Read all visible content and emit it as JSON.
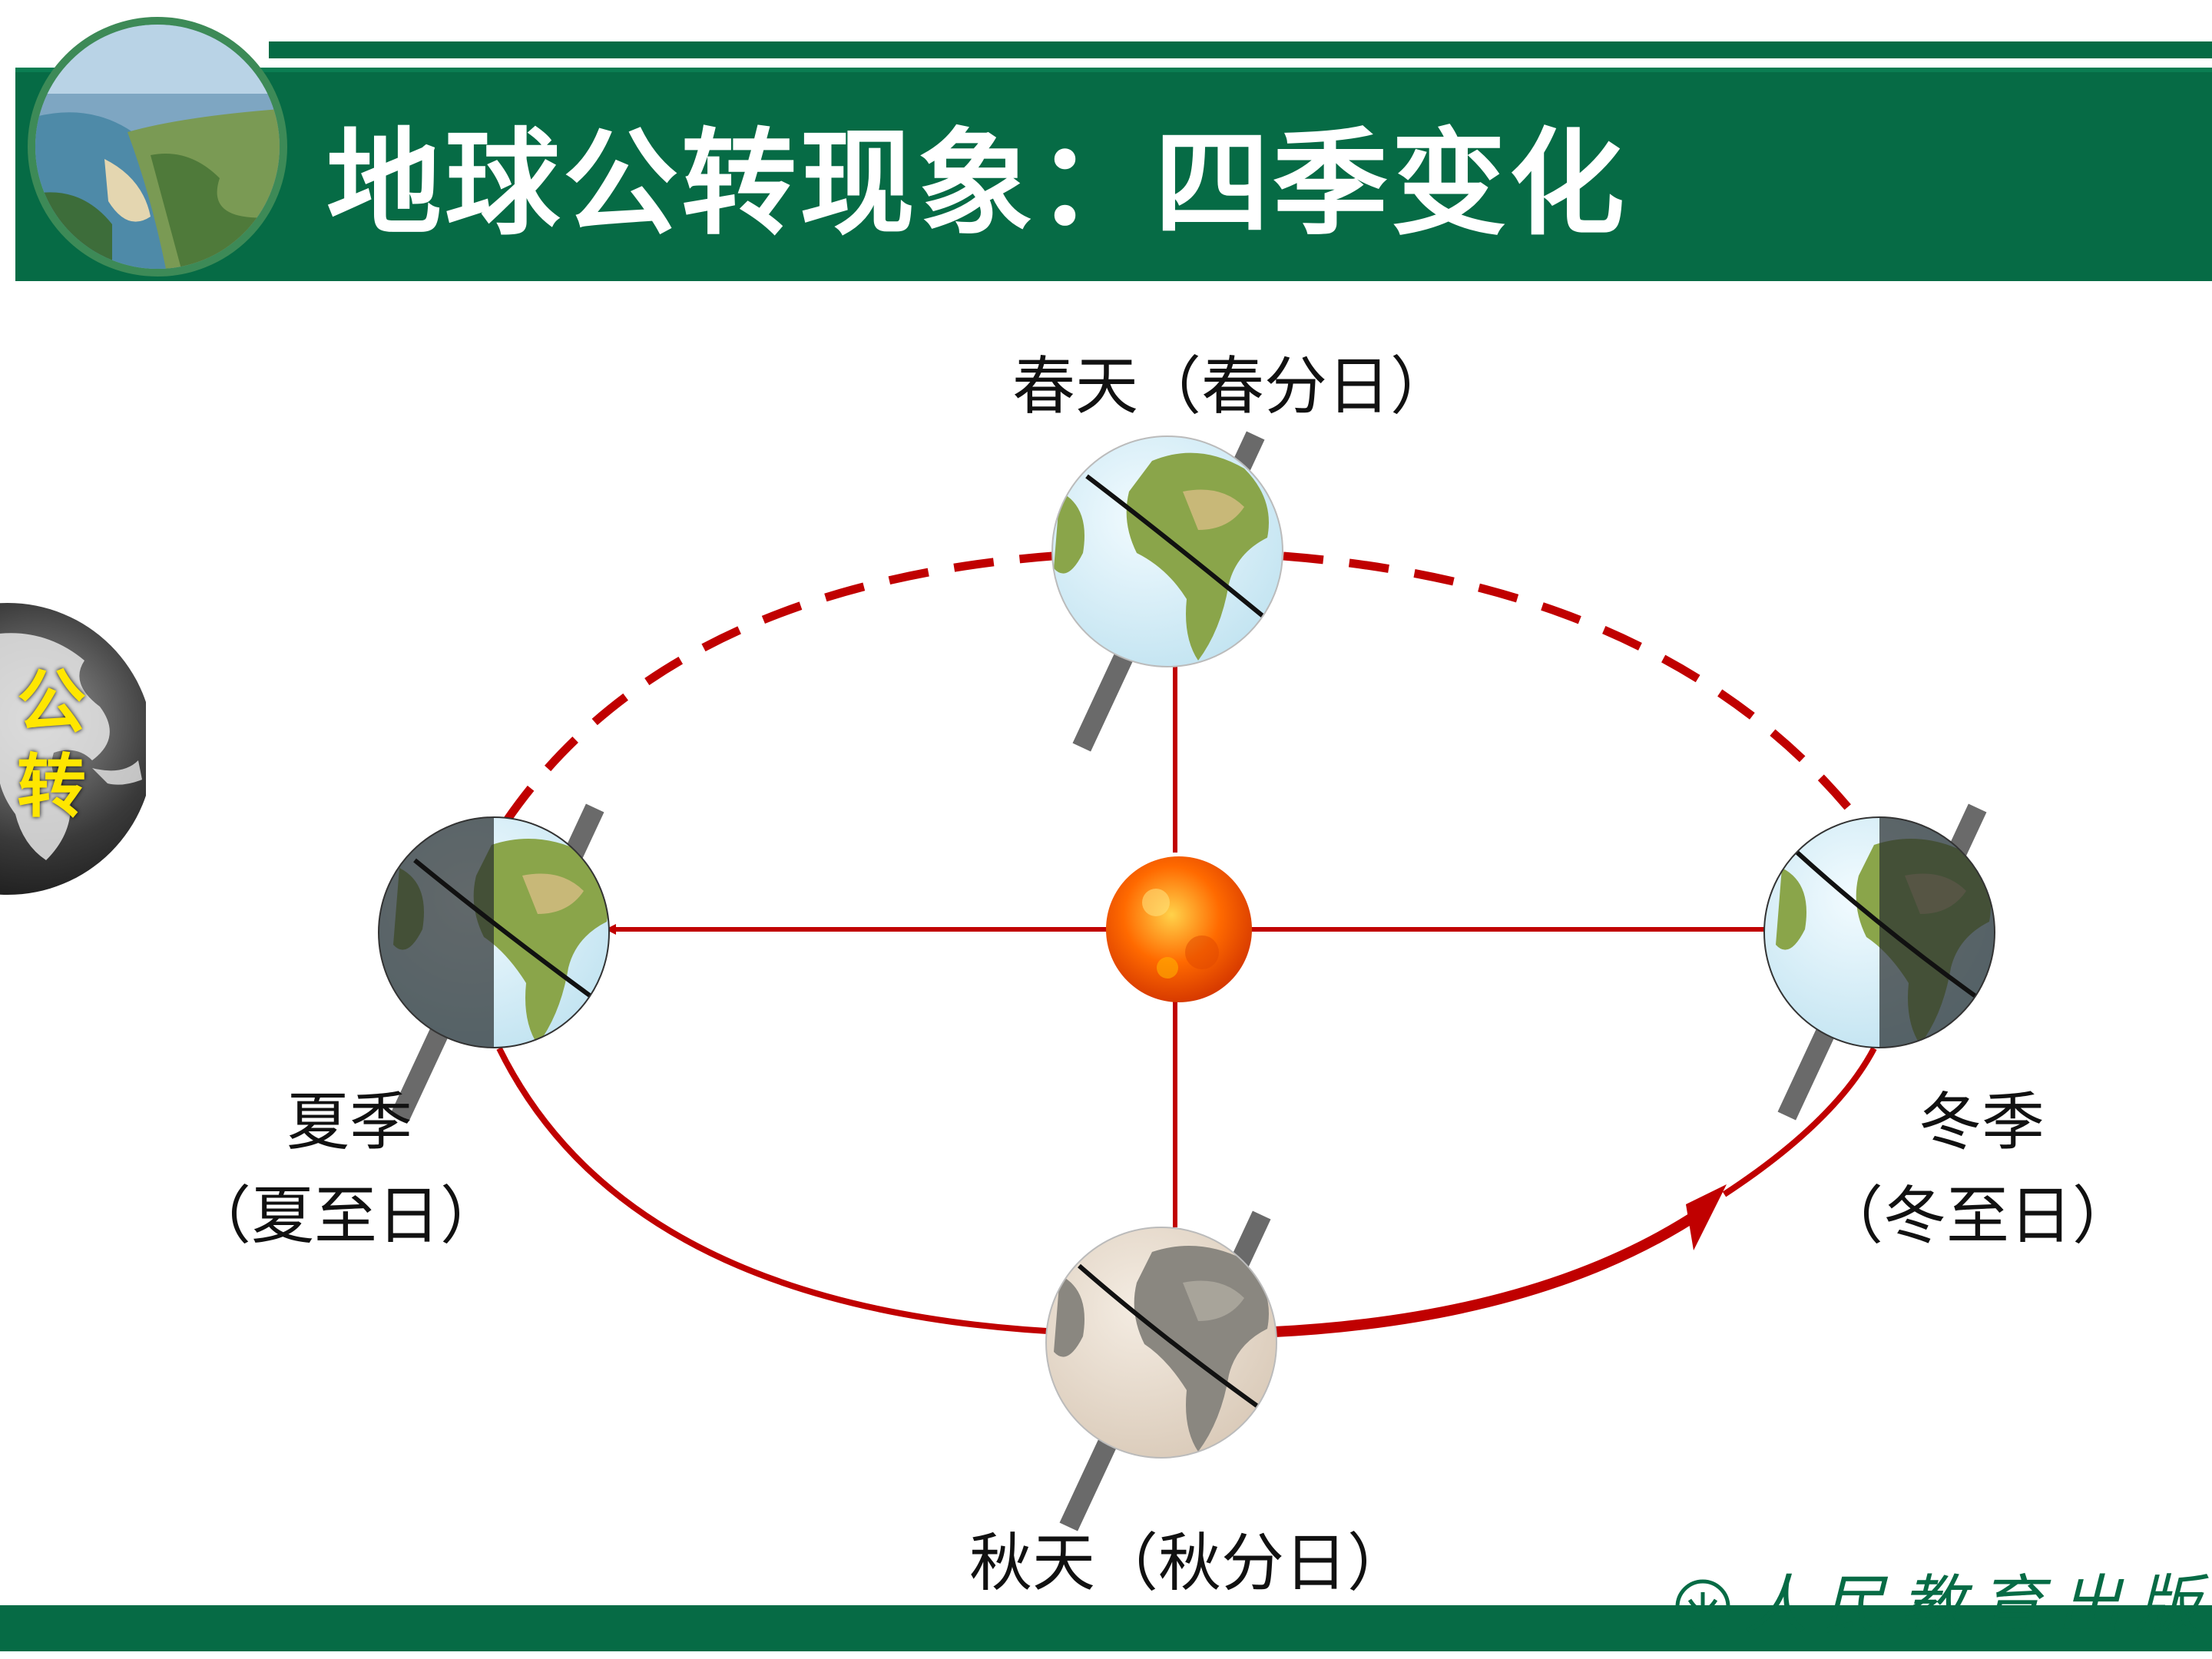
{
  "header": {
    "title": "地球公转现象：四季变化"
  },
  "sidebar": {
    "label": "公\n转"
  },
  "diagram": {
    "spring": {
      "line1": "春天（春分日）"
    },
    "summer": {
      "line1": "夏季",
      "line2": "（夏至日）"
    },
    "autumn": {
      "line1": "秋天（秋分日）"
    },
    "winter": {
      "line1": "冬季",
      "line2": "（冬至日）"
    }
  },
  "footer": {
    "publisher": "人民教育出版社"
  },
  "colors": {
    "header_green": "#066b45",
    "orbit_red": "#c00000",
    "sun_orange": "#ff6a00",
    "ocean": "#d6eef6",
    "land": "#8aa54a"
  },
  "icons": [
    "earth-globe-icon",
    "sun-icon",
    "publisher-logo-icon"
  ]
}
